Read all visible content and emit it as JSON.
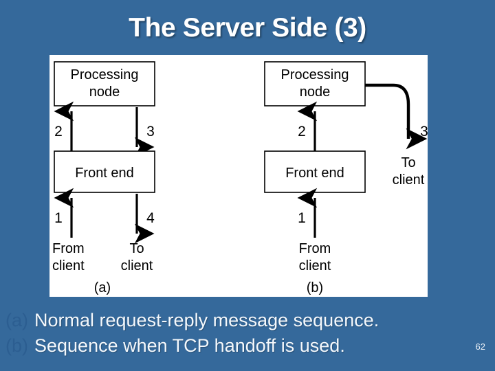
{
  "slide": {
    "title": "The Server Side (3)",
    "page_number": "62",
    "background_color": "#35699b",
    "title_color": "#ffffff",
    "marker_color": "#2c5e91"
  },
  "figure": {
    "background_color": "#ffffff",
    "panels": [
      {
        "id": "a",
        "label": "(a)",
        "boxes": [
          {
            "name": "processing-node",
            "line1": "Processing",
            "line2": "node"
          },
          {
            "name": "front-end",
            "line1": "Front end",
            "line2": ""
          }
        ],
        "arrows": [
          {
            "number": "2",
            "direction": "up",
            "from": "front-end",
            "to": "processing-node"
          },
          {
            "number": "3",
            "direction": "down",
            "from": "processing-node",
            "to": "front-end"
          },
          {
            "number": "1",
            "direction": "up",
            "from": "client",
            "to": "front-end"
          },
          {
            "number": "4",
            "direction": "down",
            "from": "front-end",
            "to": "client"
          }
        ],
        "endpoints": [
          {
            "name": "from-client",
            "line1": "From",
            "line2": "client"
          },
          {
            "name": "to-client",
            "line1": "To",
            "line2": "client"
          }
        ]
      },
      {
        "id": "b",
        "label": "(b)",
        "boxes": [
          {
            "name": "processing-node",
            "line1": "Processing",
            "line2": "node"
          },
          {
            "name": "front-end",
            "line1": "Front end",
            "line2": ""
          }
        ],
        "arrows": [
          {
            "number": "2",
            "direction": "up",
            "from": "front-end",
            "to": "processing-node"
          },
          {
            "number": "3",
            "direction": "curve",
            "from": "processing-node",
            "to": "client"
          },
          {
            "number": "1",
            "direction": "up",
            "from": "client",
            "to": "front-end"
          }
        ],
        "endpoints": [
          {
            "name": "from-client",
            "line1": "From",
            "line2": "client"
          },
          {
            "name": "to-client",
            "line1": "To",
            "line2": "client"
          }
        ]
      }
    ]
  },
  "caption": {
    "lines": [
      {
        "marker": "(a)",
        "text": "Normal request-reply message sequence."
      },
      {
        "marker": "(b)",
        "text": "Sequence when TCP handoff is used."
      }
    ]
  }
}
